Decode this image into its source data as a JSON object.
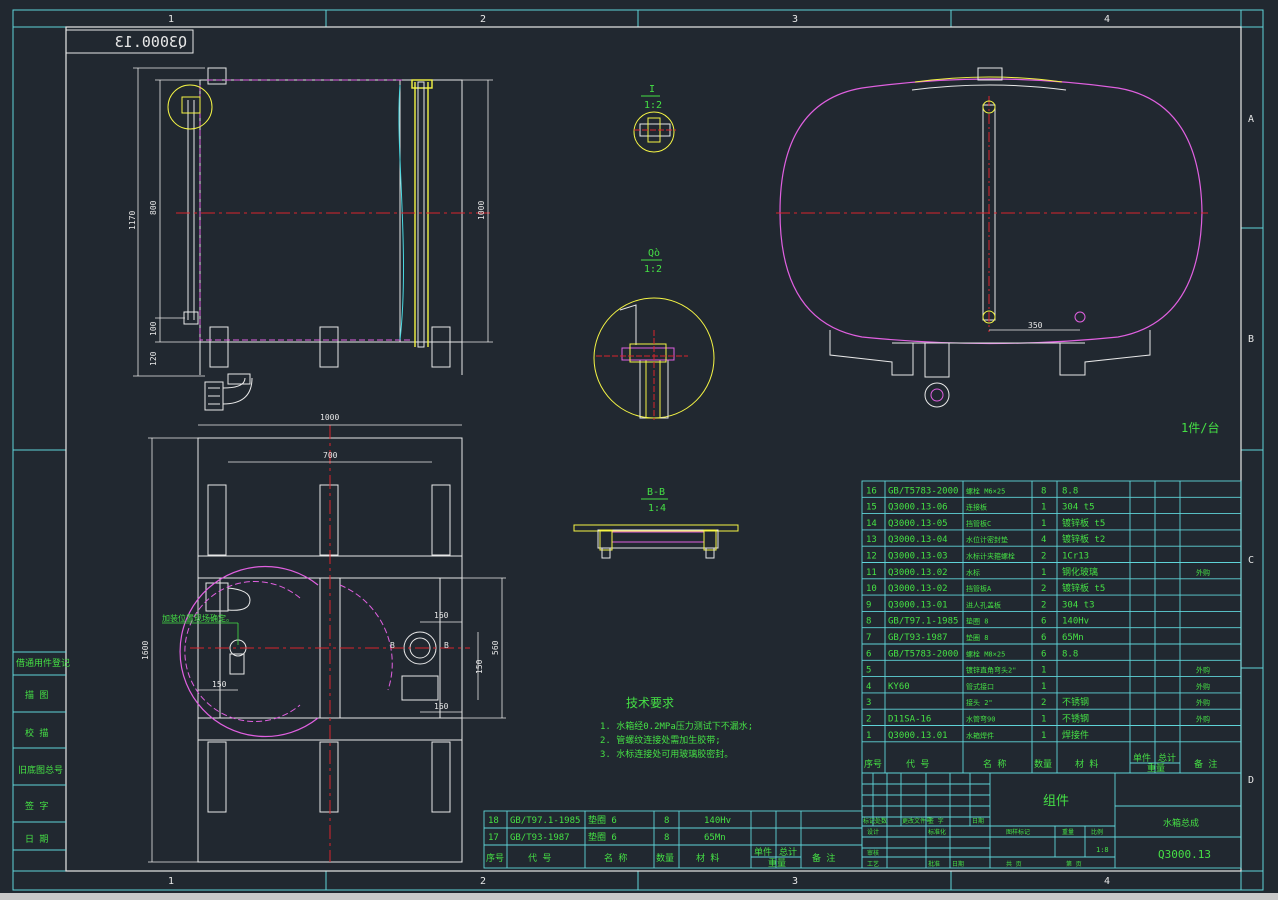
{
  "colors": {
    "background": "#212830",
    "line": "#e8e8e8",
    "frame": "#5fd4d8",
    "centerline": "#d9252b",
    "magenta": "#e060e0",
    "yellow": "#f5f545",
    "green": "#45e045",
    "cyan": "#4ad8e0"
  },
  "frame": {
    "columns": [
      "1",
      "2",
      "3",
      "4"
    ],
    "rows": [
      "A",
      "B",
      "C",
      "D"
    ]
  },
  "drawing_number_mirrored": "Q3000.13",
  "front_view": {
    "dims": [
      "1170",
      "800",
      "100",
      "120",
      "1000"
    ]
  },
  "detail_I": {
    "label": "I",
    "scale": "1:2"
  },
  "detail_Q": {
    "label": "Qò",
    "scale": "1:2"
  },
  "section_BB": {
    "label": "B-B",
    "scale": "1:4"
  },
  "side_view": {
    "dim": "350"
  },
  "quantity_note": "1件/台",
  "top_view": {
    "dims": [
      "1000",
      "700",
      "1600",
      "560",
      "160",
      "150",
      "150",
      "160"
    ],
    "annotation": "加装位置现场确定。",
    "section_mark": "B"
  },
  "tech_req": {
    "title": "技术要求",
    "lines": [
      "1. 水箱经0.2MPa压力测试下不漏水;",
      "2. 管螺纹连接处需加生胶带;",
      "3. 水标连接处可用玻璃胶密封。"
    ]
  },
  "left_strip": [
    "借通用件登记",
    "描  图",
    "校  描",
    "旧底图总号",
    "签  字",
    "日  期"
  ],
  "bom": {
    "rows": [
      [
        "16",
        "GB/T5783-2000",
        "螺栓 M6×25",
        "8",
        "8.8",
        ""
      ],
      [
        "15",
        "Q3000.13-06",
        "连接板",
        "1",
        "304 t5",
        ""
      ],
      [
        "14",
        "Q3000.13-05",
        "挡管板C",
        "1",
        "镀锌板 t5",
        ""
      ],
      [
        "13",
        "Q3000.13-04",
        "水位计密封垫",
        "4",
        "镀锌板 t2",
        ""
      ],
      [
        "12",
        "Q3000.13-03",
        "水标计夹箍螺栓",
        "2",
        "1Cr13",
        ""
      ],
      [
        "11",
        "Q3000.13.02",
        "水标",
        "1",
        "钢化玻璃",
        "外购"
      ],
      [
        "10",
        "Q3000.13-02",
        "挡管板A",
        "2",
        "镀锌板 t5",
        ""
      ],
      [
        "9",
        "Q3000.13-01",
        "进人孔盖板",
        "2",
        "304 t3",
        ""
      ],
      [
        "8",
        "GB/T97.1-1985",
        "垫圈 8",
        "6",
        "140Hv",
        ""
      ],
      [
        "7",
        "GB/T93-1987",
        "垫圈 8",
        "6",
        "65Mn",
        ""
      ],
      [
        "6",
        "GB/T5783-2000",
        "螺栓 M8×25",
        "6",
        "8.8",
        ""
      ],
      [
        "5",
        "",
        "镀锌直角弯头2\"",
        "1",
        "",
        "外购"
      ],
      [
        "4",
        "KY60",
        "管式接口",
        "1",
        "",
        "外购"
      ],
      [
        "3",
        "",
        "接头 2\"",
        "2",
        "不锈钢",
        "外购"
      ],
      [
        "2",
        "D11SA-16",
        "水管弯90",
        "1",
        "不锈钢",
        "外购"
      ],
      [
        "1",
        "Q3000.13.01",
        "水箱焊件",
        "1",
        "焊接件",
        ""
      ]
    ],
    "header": [
      "序号",
      "代  号",
      "名  称",
      "数量",
      "材  料",
      "单件",
      "总计",
      "重量",
      "备  注"
    ]
  },
  "bom_lower": {
    "rows": [
      [
        "18",
        "GB/T97.1-1985",
        "垫圈 6",
        "8",
        "140Hv"
      ],
      [
        "17",
        "GB/T93-1987",
        "垫圈 6",
        "8",
        "65Mn"
      ]
    ],
    "header": [
      "序号",
      "代  号",
      "名  称",
      "数量",
      "材  料",
      "单件",
      "总计",
      "重量",
      "备  注"
    ]
  },
  "title_block": {
    "assembly": "组件",
    "name": "水箱总成",
    "code": "Q3000.13",
    "scale": "1:8",
    "cells": [
      "标记",
      "处数",
      "更改文件号",
      "签 字",
      "日期",
      "设计",
      "审核",
      "工艺",
      "标准化",
      "批准",
      "日期",
      "图样标记",
      "重量",
      "比例",
      "共  页",
      "第  页"
    ]
  }
}
